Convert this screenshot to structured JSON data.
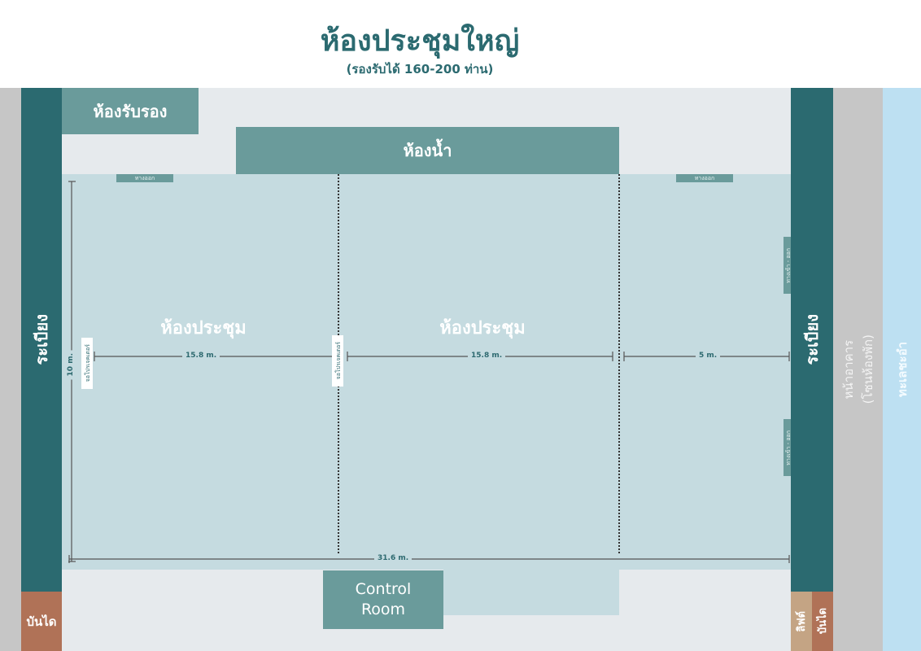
{
  "title": "ห้องประชุมใหญ่",
  "subtitle": "(รองรับได้ 160-200 ท่าน)",
  "rooms": {
    "reception": "ห้องรับรอง",
    "restroom": "ห้องน้ำ",
    "meeting_left": "ห้องประชุม",
    "meeting_right": "ห้องประชุม",
    "control_room_line1": "Control",
    "control_room_line2": "Room",
    "balcony_left": "ระเบียง",
    "balcony_right": "ระเบียง",
    "stairs_left": "บันได",
    "stairs_right": "บันได",
    "lift": "ลิฟต์",
    "building_front": "หน้าอาคาร\n(โซนห้องพัก)",
    "sea": "ทะเลชะอำ"
  },
  "exits": {
    "top_left": "ทางออก",
    "top_right": "ทางออก",
    "side_top": "ทางเข้า - ออก",
    "side_bottom": "ทางเข้า - ออก"
  },
  "projectors": {
    "left": "จอโปรเจคเตอร์",
    "middle": "จอโปรเจคเตอร์"
  },
  "dimensions": {
    "left_width": "15.8 m.",
    "middle_width": "15.8 m.",
    "right_width": "5 m.",
    "height": "10 m.",
    "total_width": "31.6 m."
  },
  "colors": {
    "dark_teal": "#2b6a70",
    "teal": "#6a9b9b",
    "hall": "#c5dbe0",
    "floor": "#e6eaed",
    "brick": "#b07257",
    "tan": "#c4a484",
    "gray": "#c6c6c6",
    "sea": "#bde0f2"
  }
}
